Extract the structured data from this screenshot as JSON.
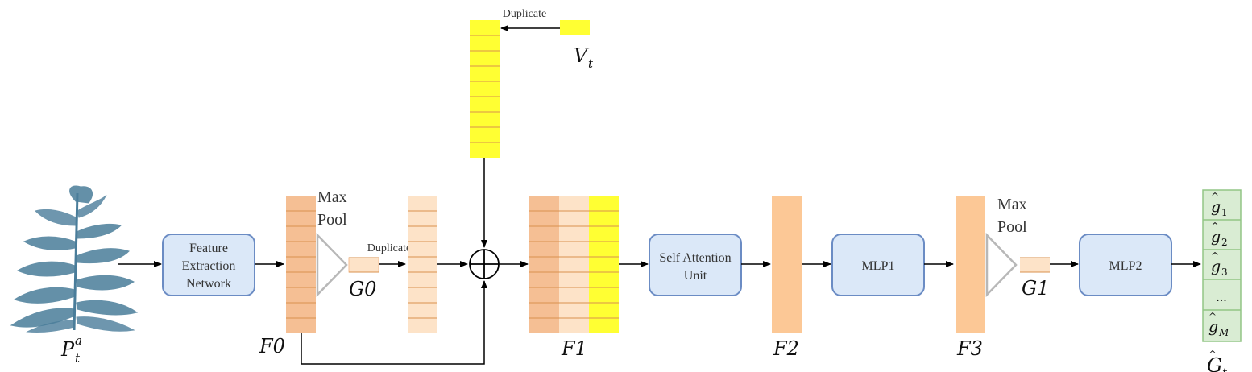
{
  "labels": {
    "input": "P",
    "input_sub": "t",
    "input_sup": "a",
    "vt_main": "V",
    "vt_sub": "t",
    "f0": "F0",
    "g0": "G0",
    "f1": "F1",
    "f2": "F2",
    "f3": "F3",
    "g1": "G1",
    "out_main": "G",
    "out_sub": "t"
  },
  "boxes": {
    "feature_line1": "Feature",
    "feature_line2": "Extraction",
    "feature_line3": "Network",
    "attn_line1": "Self Attention",
    "attn_line2": "Unit",
    "mlp1": "MLP1",
    "mlp2": "MLP2"
  },
  "ops": {
    "maxpool1_line1": "Max",
    "maxpool1_line2": "Pool",
    "maxpool2_line1": "Max",
    "maxpool2_line2": "Pool",
    "duplicate_top": "Duplicate",
    "duplicate_mid": "Duplicate"
  },
  "outputs": [
    {
      "main": "g",
      "sub": "1"
    },
    {
      "main": "g",
      "sub": "2"
    },
    {
      "main": "g",
      "sub": "3"
    },
    {
      "main": "...",
      "sub": ""
    },
    {
      "main": "g",
      "sub": "M"
    }
  ],
  "colors": {
    "box_fill": "#dbe8f8",
    "box_stroke": "#6b8cc4",
    "f0_fill": "#f5bf94",
    "light_fill": "#fde3c8",
    "yellow_fill": "#ffff33",
    "solid_orange": "#fcc896",
    "output_fill": "#d9ecd3",
    "output_stroke": "#92c585",
    "stripe": "#d9924e",
    "plant": "#4a7d9a"
  }
}
